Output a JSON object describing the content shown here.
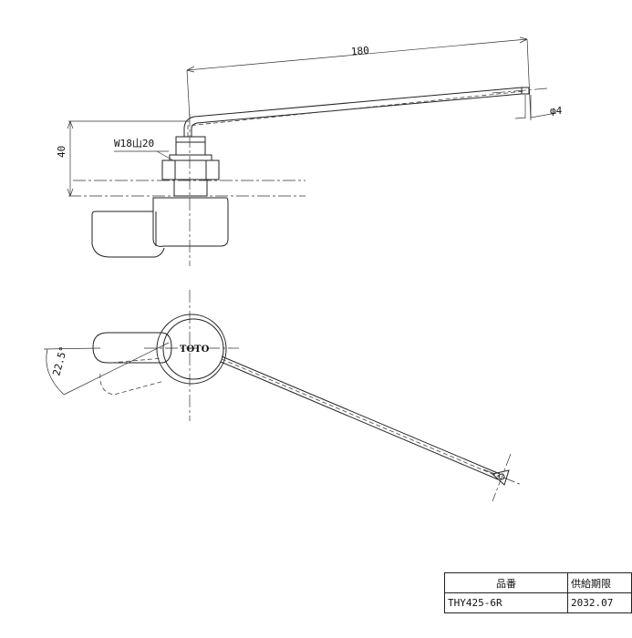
{
  "drawing": {
    "dim_length": "180",
    "dim_height": "40",
    "dim_diameter": "φ4",
    "thread_spec": "W18山20",
    "brand_mark": "TOTO",
    "angle": "22.5°"
  },
  "table": {
    "headers": [
      "品番",
      "供給期限"
    ],
    "row": [
      "THY425-6R",
      "2032.07"
    ]
  }
}
